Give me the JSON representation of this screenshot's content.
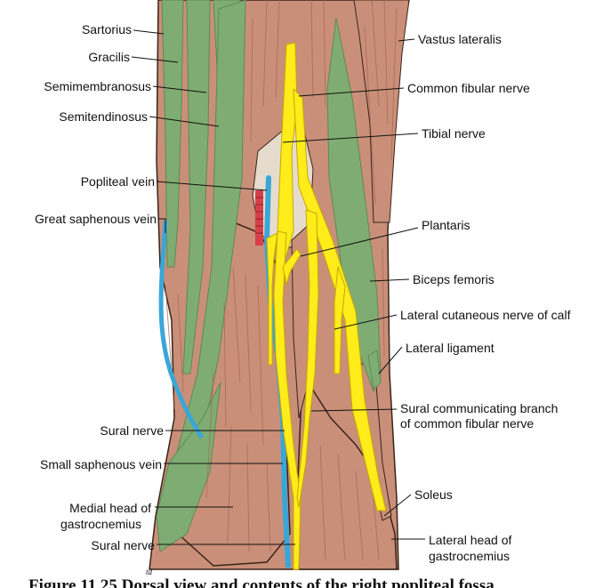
{
  "colors": {
    "muscle": "#c98f79",
    "muscle_dark": "#a8694f",
    "tendon": "#7fac72",
    "tendon_dark": "#5e8a55",
    "nerve": "#ffec1a",
    "nerve_edge": "#c4a800",
    "vein": "#3aa6d8",
    "vein_edge": "#1e6f99",
    "artery": "#d6404a",
    "fat": "#e6dccd",
    "outline": "#3a2418"
  },
  "labels": {
    "left": [
      {
        "id": "sartorius",
        "text": "Sartorius"
      },
      {
        "id": "gracilis",
        "text": "Gracilis"
      },
      {
        "id": "semimembranosus",
        "text": "Semimembranosus"
      },
      {
        "id": "semitendinosus",
        "text": "Semitendinosus"
      },
      {
        "id": "popliteal-vein",
        "text": "Popliteal vein"
      },
      {
        "id": "great-saphenous-vein",
        "text": "Great saphenous vein"
      },
      {
        "id": "sural-nerve-upper",
        "text": "Sural nerve"
      },
      {
        "id": "small-saphenous-vein",
        "text": "Small saphenous vein"
      },
      {
        "id": "medial-head-gastrocnemius",
        "line1": "Medial head of",
        "line2": "gastrocnemius"
      },
      {
        "id": "sural-nerve-lower",
        "text": "Sural nerve"
      }
    ],
    "right": [
      {
        "id": "vastus-lateralis",
        "text": "Vastus lateralis"
      },
      {
        "id": "common-fibular-nerve",
        "text": "Common fibular nerve"
      },
      {
        "id": "tibial-nerve",
        "text": "Tibial nerve"
      },
      {
        "id": "plantaris",
        "text": "Plantaris"
      },
      {
        "id": "biceps-femoris",
        "text": "Biceps femoris"
      },
      {
        "id": "lateral-cutaneous-nerve",
        "text": "Lateral cutaneous nerve of calf"
      },
      {
        "id": "lateral-ligament",
        "text": "Lateral ligament"
      },
      {
        "id": "sural-communicating-branch",
        "line1": "Sural communicating branch",
        "line2": "of common fibular nerve"
      },
      {
        "id": "soleus",
        "text": "Soleus"
      },
      {
        "id": "lateral-head-gastrocnemius",
        "line1": "Lateral head of",
        "line2": "gastrocnemius"
      }
    ]
  },
  "signature": "td",
  "caption": "Figure 11.25 Dorsal view and contents of the right popliteal fossa"
}
